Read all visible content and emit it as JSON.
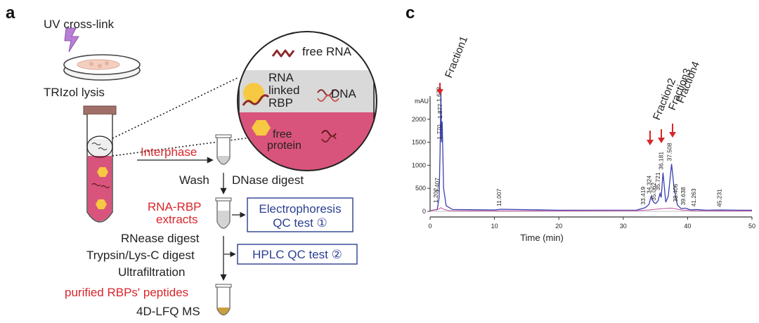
{
  "panel_a": {
    "label": "a",
    "uv_label": "UV cross-link",
    "lysis_label": "TRIzol lysis",
    "circle": {
      "free_rna": "free RNA",
      "rna_linked_line1": "RNA",
      "rna_linked_line2": "linked",
      "rna_linked_line3": "RBP",
      "dna": "DNA",
      "free_protein_line1": "free",
      "free_protein_line2": "protein"
    },
    "interphase": "Interphase",
    "wash": "Wash",
    "dnase": "DNase digest",
    "extracts_line1": "RNA-RBP",
    "extracts_line2": "extracts",
    "qc1_line1": "Electrophoresis",
    "qc1_line2": "QC test ①",
    "rnase": "RNease digest",
    "trypsin": "Trypsin/Lys-C digest",
    "qc2": "HPLC QC test ②",
    "ultrafiltration": "Ultrafiltration",
    "purified": "purified RBPs' peptides",
    "ms": "4D-LFQ MS",
    "colors": {
      "red_text": "#d7262b",
      "blue_box": "#2b3f8f",
      "pink": "#d9547c",
      "gray_band": "#d9d9d9"
    }
  },
  "panel_c": {
    "label": "c",
    "fraction_labels": [
      "Fraction1",
      "Fraction2",
      "Fraction3",
      "Fraction4"
    ],
    "chart_data": {
      "type": "line",
      "ylabel": "mAU",
      "xlabel": "Time (min)",
      "xlim": [
        0,
        50
      ],
      "ylim": [
        0,
        2500
      ],
      "xticks": [
        "0",
        "10",
        "20",
        "30",
        "40",
        "50"
      ],
      "yticks": [
        "0",
        "500",
        "1000",
        "1500",
        "2000"
      ],
      "peak_labels": [
        "1.678",
        "1.877",
        "1.770",
        "1.407",
        "1.202",
        "11.007",
        "33.419",
        "34.324",
        "35.062",
        "36.181",
        "35.721",
        "37.508",
        "38.406",
        "39.638",
        "41.263",
        "45.231"
      ],
      "series": [
        {
          "color": "#3a3fb0",
          "x": [
            0,
            1.1,
            1.2,
            1.4,
            1.55,
            1.678,
            1.77,
            1.877,
            2.1,
            2.5,
            3.5,
            10,
            11.007,
            20,
            32,
            33.419,
            34.0,
            34.324,
            34.7,
            35.062,
            35.4,
            35.721,
            35.9,
            36.181,
            36.6,
            37.0,
            37.508,
            37.9,
            38.406,
            39.0,
            39.638,
            40.5,
            41.263,
            43,
            45.231,
            48,
            50
          ],
          "y": [
            15,
            40,
            120,
            300,
            1300,
            2600,
            1500,
            1950,
            500,
            120,
            40,
            30,
            45,
            25,
            25,
            80,
            150,
            320,
            200,
            170,
            230,
            390,
            300,
            840,
            200,
            330,
            1030,
            500,
            140,
            60,
            70,
            30,
            40,
            25,
            30,
            25,
            25
          ]
        },
        {
          "color": "#c04fa0",
          "x": [
            0,
            1.2,
            1.678,
            2.2,
            3,
            10,
            20,
            32,
            34,
            36,
            37.5,
            39,
            41,
            45,
            50
          ],
          "y": [
            10,
            40,
            80,
            40,
            15,
            10,
            12,
            15,
            30,
            60,
            70,
            30,
            15,
            12,
            10
          ]
        }
      ],
      "fraction_times": [
        1.678,
        34.324,
        35.721,
        37.508
      ]
    }
  }
}
